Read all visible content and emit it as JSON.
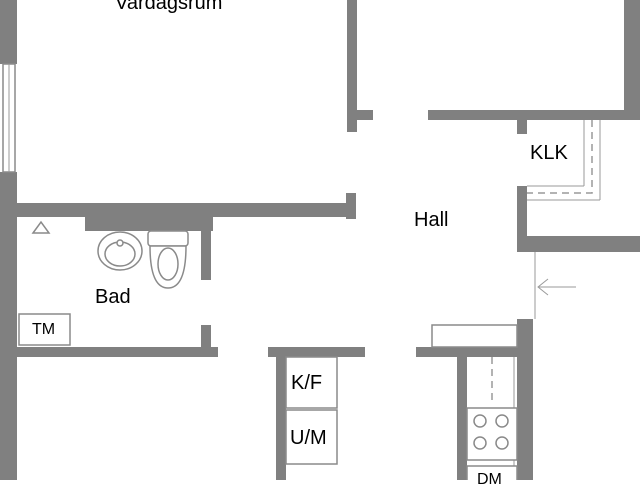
{
  "rooms": {
    "living": "Vardagsrum",
    "hall": "Hall",
    "klk": "KLK",
    "bad": "Bad",
    "tm": "TM",
    "kf": "K/F",
    "um": "U/M",
    "dm": "DM"
  },
  "colors": {
    "wall": "#808080",
    "fixture_line": "#8a8a8a",
    "background": "#ffffff"
  },
  "icons": {
    "washbasin": "washbasin-icon",
    "toilet": "toilet-icon",
    "stove": "stove-icon",
    "entrance_arrow": "entrance-arrow-icon",
    "drain": "drain-triangle-icon"
  }
}
